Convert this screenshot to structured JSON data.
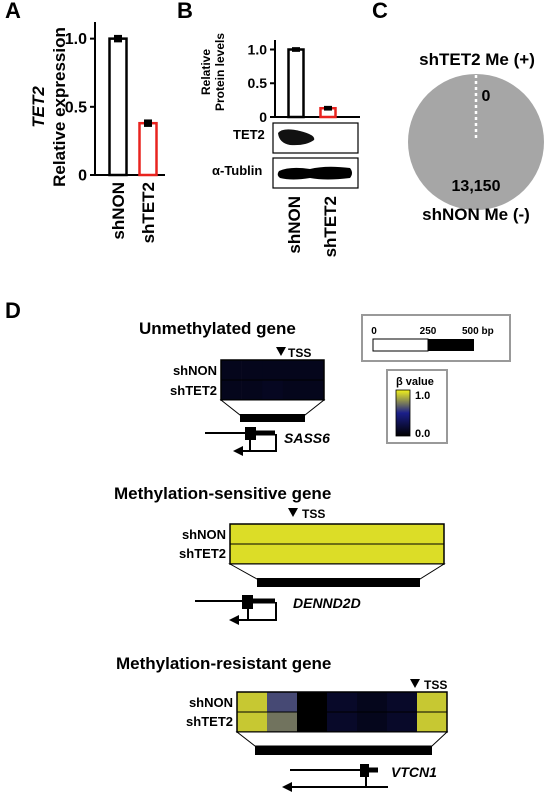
{
  "panel_labels": {
    "a": "A",
    "b": "B",
    "c": "C",
    "d": "D"
  },
  "colors": {
    "shNON_bar": "#000000",
    "shTET2_bar": "#e8231f",
    "pie_fill": "#a6a6a6",
    "yellow": "#f2f21c",
    "dark_blue": "#1b1f8a",
    "box_border": "#999999"
  },
  "panel_a": {
    "ylabel_gene": "TET2",
    "ylabel_rest": "Relative expression",
    "yticks": [
      "0",
      "0.5",
      "1.0"
    ],
    "categories": [
      "shNON",
      "shTET2"
    ]
  },
  "panel_b": {
    "ylabel_line1": "Relative",
    "ylabel_line2": "Protein levels",
    "yticks": [
      "0",
      "0.5",
      "1.0"
    ],
    "blot_label_1": "TET2",
    "blot_label_2": "α-Tublin",
    "categories": [
      "shNON",
      "shTET2"
    ]
  },
  "panel_c": {
    "top_label": "shTET2 Me (+)",
    "top_value": "0",
    "bottom_value": "13,150",
    "bottom_label": "shNON Me (-)"
  },
  "panel_d": {
    "scale_bar": {
      "tick0": "0",
      "tick250": "250",
      "tick500": "500 bp"
    },
    "legend": {
      "title": "β value",
      "max": "1.0",
      "min": "0.0"
    },
    "genes": [
      {
        "title": "Unmethylated gene",
        "tss": "TSS",
        "row1": "shNON",
        "row2": "shTET2",
        "gene_name": "SASS6"
      },
      {
        "title": "Methylation-sensitive gene",
        "tss": "TSS",
        "row1": "shNON",
        "row2": "shTET2",
        "gene_name": "DENND2D"
      },
      {
        "title": "Methylation-resistant gene",
        "tss": "TSS",
        "row1": "shNON",
        "row2": "shTET2",
        "gene_name": "VTCN1"
      }
    ]
  },
  "chart_data": [
    {
      "panel": "A",
      "type": "bar",
      "categories": [
        "shNON",
        "shTET2"
      ],
      "values": [
        1.0,
        0.38
      ],
      "errors": [
        0.02,
        0.02
      ],
      "ylabel": "TET2 Relative expression",
      "ylim": [
        0,
        1.1
      ]
    },
    {
      "panel": "B",
      "type": "bar",
      "categories": [
        "shNON",
        "shTET2"
      ],
      "values": [
        1.0,
        0.13
      ],
      "errors": [
        0.02,
        0.02
      ],
      "ylabel": "Relative Protein levels",
      "ylim": [
        0,
        1.2
      ]
    },
    {
      "panel": "C",
      "type": "pie",
      "labels": [
        "shTET2 Me (+)",
        "shNON Me (-)"
      ],
      "values": [
        0,
        13150
      ]
    },
    {
      "panel": "D",
      "type": "heatmap",
      "value_name": "β value",
      "range": [
        0,
        1
      ],
      "heatmaps": [
        {
          "gene": "SASS6",
          "rows": [
            "shNON",
            "shTET2"
          ],
          "values": [
            [
              0.1,
              0.1,
              0.1,
              0.1,
              0.1
            ],
            [
              0.1,
              0.1,
              0.12,
              0.1,
              0.1
            ]
          ]
        },
        {
          "gene": "DENND2D",
          "rows": [
            "shNON",
            "shTET2"
          ],
          "values": [
            [
              0.95
            ],
            [
              0.95
            ]
          ]
        },
        {
          "gene": "VTCN1",
          "rows": [
            "shNON",
            "shTET2"
          ],
          "values": [
            [
              0.9,
              0.6,
              0.0,
              0.15,
              0.1,
              0.15,
              0.9
            ],
            [
              0.9,
              0.7,
              0.0,
              0.15,
              0.1,
              0.15,
              0.9
            ]
          ]
        }
      ]
    }
  ]
}
